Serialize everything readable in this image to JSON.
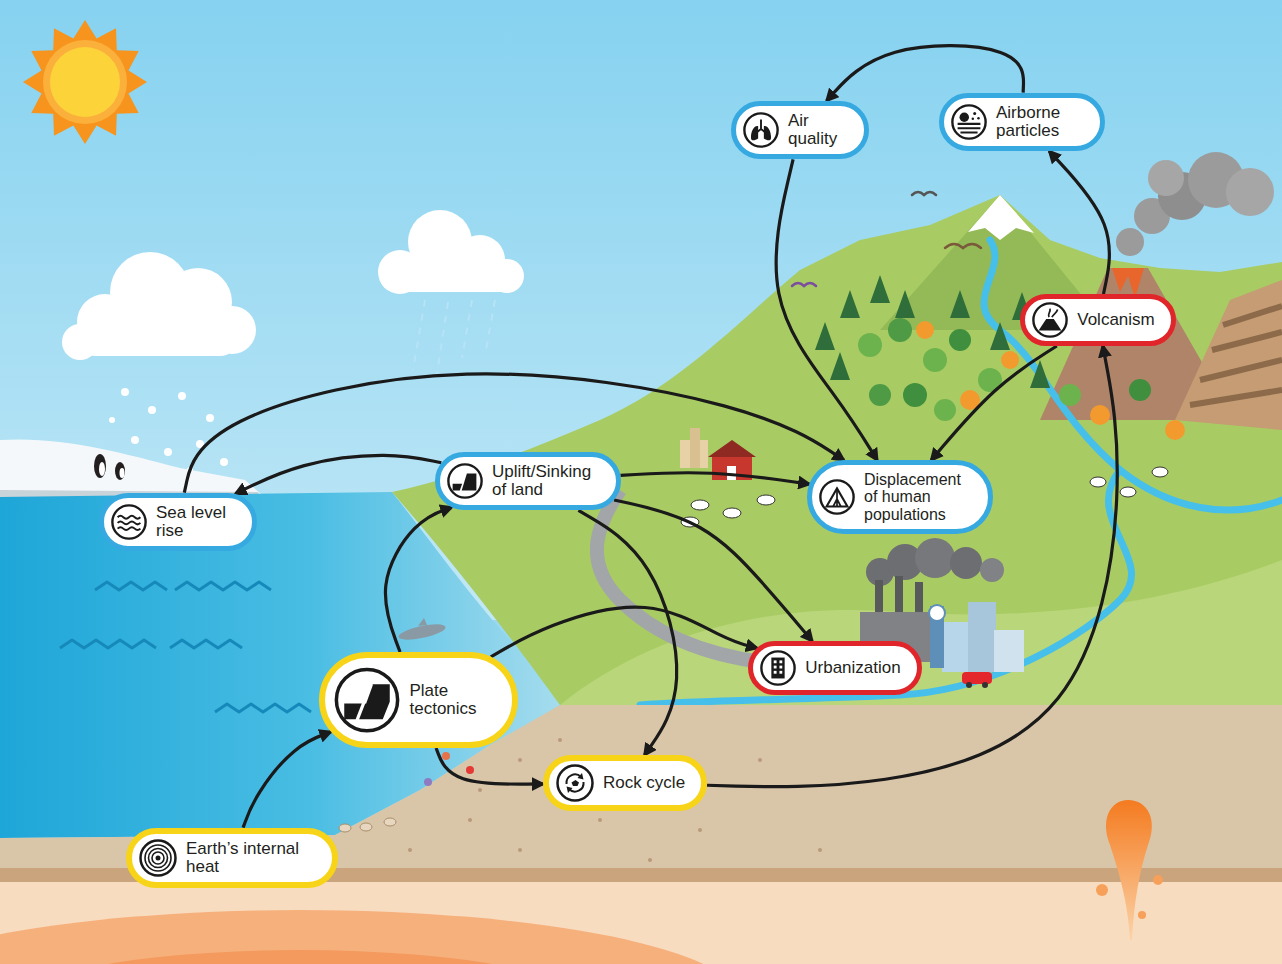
{
  "diagram": {
    "nodes": [
      {
        "text": [
          "Air quality"
        ]
      },
      {
        "text": [
          "Airborne particles"
        ]
      },
      {
        "text": [
          "Volcanism"
        ]
      },
      {
        "text": [
          "Uplift/Sinking of land"
        ]
      },
      {
        "text": [
          "Displacement of human populations"
        ]
      },
      {
        "text": [
          "Sea level rise"
        ]
      },
      {
        "text": [
          "Urbanization"
        ]
      },
      {
        "text": [
          "Plate tectonics"
        ]
      },
      {
        "text": [
          "Rock cycle"
        ]
      },
      {
        "text": [
          "Earth’s internal heat"
        ]
      }
    ],
    "edges": [
      {
        "from": 9,
        "to": 7,
        "arrow": "to"
      },
      {
        "from": 7,
        "to": 3,
        "arrow": "to"
      },
      {
        "from": 7,
        "to": 8,
        "arrow": "to"
      },
      {
        "from": 7,
        "to": 6,
        "arrow": "to"
      },
      {
        "from": 3,
        "to": 5,
        "arrow": "to"
      },
      {
        "from": 5,
        "to": 4,
        "arrow": "to"
      },
      {
        "from": 3,
        "to": 4,
        "arrow": "to"
      },
      {
        "from": 3,
        "to": 6,
        "arrow": "to"
      },
      {
        "from": 3,
        "to": 8,
        "arrow": "to"
      },
      {
        "from": 8,
        "to": 2,
        "arrow": "to"
      },
      {
        "from": 2,
        "to": 1,
        "arrow": "to"
      },
      {
        "from": 1,
        "to": 0,
        "arrow": "to"
      },
      {
        "from": 0,
        "to": 4,
        "arrow": "to"
      },
      {
        "from": 2,
        "to": 4,
        "arrow": "to"
      }
    ]
  }
}
